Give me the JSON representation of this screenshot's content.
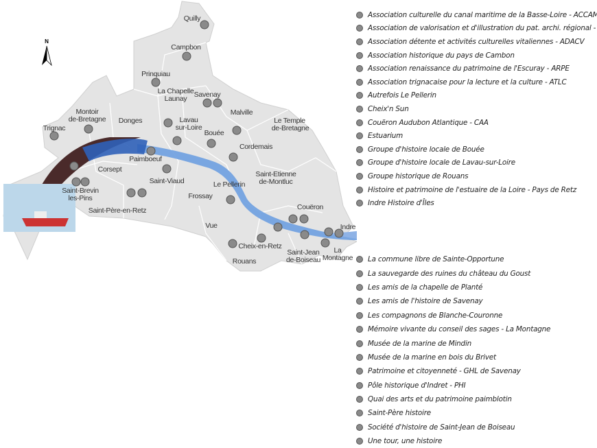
{
  "compass": {
    "label": "N"
  },
  "map_labels": {
    "quilly": "Quilly",
    "campbon": "Campbon",
    "prinquiau": "Prinquiau",
    "la_chapelle_1": "La Chapelle",
    "la_chapelle_2": "Launay",
    "savenay": "Savenay",
    "lavau_1": "Lavau",
    "lavau_2": "sur-Loire",
    "malville": "Malville",
    "temple_1": "Le Temple",
    "temple_2": "de-Bretagne",
    "montoir_1": "Montoir",
    "montoir_2": "de-Bretagne",
    "donges": "Donges",
    "trignac": "Trignac",
    "bouee": "Bouée",
    "cordemais": "Cordemais",
    "paimboeuf": "Paimboeuf",
    "corsept": "Corsept",
    "saint_viaud": "Saint-Viaud",
    "st_etienne_1": "Saint-Etienne",
    "st_etienne_2": "de-Montluc",
    "le_pellerin": "Le Pellerin",
    "frossay": "Frossay",
    "st_brevin_1": "Saint-Brevin",
    "st_brevin_2": "les-Pins",
    "st_pere": "Saint-Père-en-Retz",
    "coueron": "Couëron",
    "vue": "Vue",
    "indre": "Indre",
    "cheix": "Cheix-en-Retz",
    "st_jean_1": "Saint-Jean",
    "st_jean_2": "de-Boiseau",
    "la_montagne_1": "La",
    "la_montagne_2": "Montagne",
    "rouans": "Rouans"
  },
  "legend_group_1": [
    "Association culturelle du canal maritime de la Basse-Loire - ACCAM",
    "Association de valorisation et d'illustration du pat. archi. régional - AVIPAR",
    "Association détente et activités culturelles vitaliennes - ADACV",
    "Association historique du pays de Cambon",
    "Association renaissance du patrimoine de l'Escuray - ARPE",
    "Association trignacaise pour la lecture et la culture - ATLC",
    "Autrefois Le Pellerin",
    "Cheix'n Sun",
    "Couëron Audubon Atlantique - CAA",
    "Estuarium",
    "Groupe d'histoire locale de Bouée",
    "Groupe d'histoire locale de Lavau-sur-Loire",
    "Groupe historique de Rouans",
    "Histoire et patrimoine de l'estuaire de la Loire - Pays de Retz",
    "Indre Histoire d'Îles"
  ],
  "legend_group_2": [
    "La commune libre de Sainte-Opportune",
    "La sauvegarde des ruines du château du Goust",
    "Les amis de la chapelle de Planté",
    "Les amis de l'histoire de Savenay",
    "Les compagnons de Blanche-Couronne",
    "Mémoire vivante du conseil des sages - La Montagne",
    "Musée de la marine de Mindin",
    "Musée de la marine en bois du Brivet",
    "Patrimoine et citoyenneté - GHL de Savenay",
    "Pôle historique d'Indret - PHI",
    "Quai des arts et du patrimoine paimblotin",
    "Saint-Père histoire",
    "Société d'histoire de Saint-Jean de Boiseau",
    "Une tour, une histoire"
  ],
  "colors": {
    "land": "#e6e6e6",
    "border": "#ffffff",
    "river": "#5b8fd8",
    "dot": "#8a8a8a"
  }
}
